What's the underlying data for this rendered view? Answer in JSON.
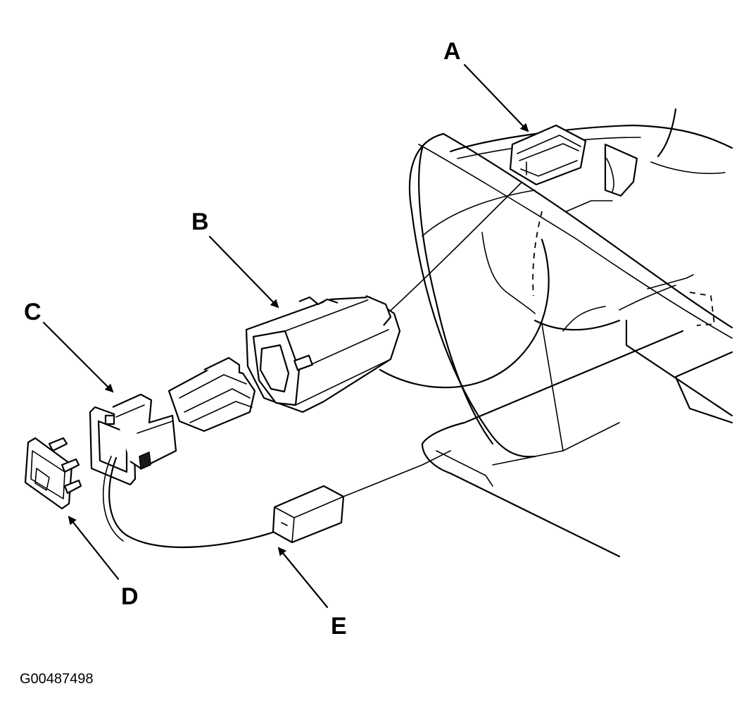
{
  "callouts": {
    "a": "A",
    "b": "B",
    "c": "C",
    "d": "D",
    "e": "E"
  },
  "figure_id": "G00487498"
}
